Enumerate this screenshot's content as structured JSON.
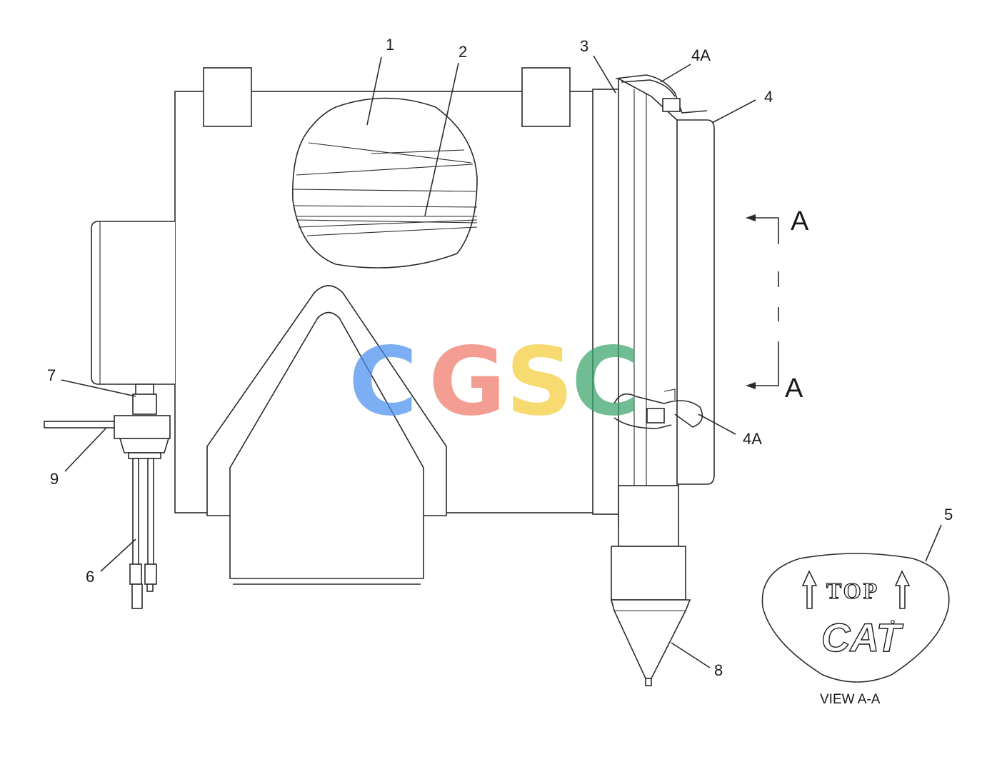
{
  "callouts": {
    "c1": "1",
    "c2": "2",
    "c3": "3",
    "c4": "4",
    "c4a_top": "4A",
    "c4a_bottom": "4A",
    "c5": "5",
    "c6": "6",
    "c7": "7",
    "c8": "8",
    "c9": "9"
  },
  "section": {
    "top_letter": "A",
    "bottom_letter": "A"
  },
  "decal": {
    "top_text": "TOP",
    "brand_text": "CAT",
    "registered_mark": "°",
    "view_caption": "VIEW A-A"
  },
  "watermark": {
    "letters": [
      "C",
      "G",
      "S",
      "C"
    ],
    "colors": [
      "#4a8ff0",
      "#f07a6a",
      "#f5cc3a",
      "#3aa56a"
    ]
  }
}
